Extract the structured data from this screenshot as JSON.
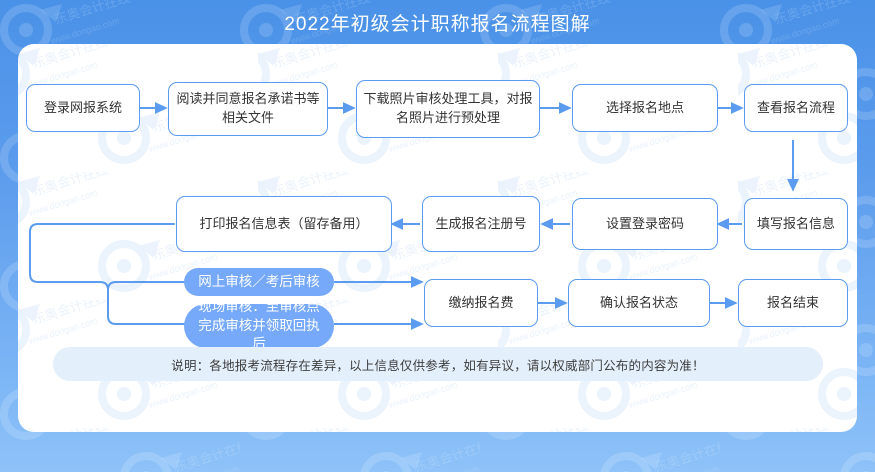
{
  "header": {
    "title": "2022年初级会计职称报名流程图解"
  },
  "watermark": {
    "brand": "东奥会计在线",
    "url": "www.dongao.com"
  },
  "flow": {
    "row1": [
      {
        "id": "login",
        "label": "登录网报系统"
      },
      {
        "id": "agree",
        "label": "阅读并同意报名承诺书等相关文件"
      },
      {
        "id": "photo",
        "label": "下载照片审核处理工具，对报名照片进行预处理"
      },
      {
        "id": "place",
        "label": "选择报名地点"
      },
      {
        "id": "process",
        "label": "查看报名流程"
      }
    ],
    "row2": [
      {
        "id": "print",
        "label": "打印报名信息表（留存备用）"
      },
      {
        "id": "regno",
        "label": "生成报名注册号"
      },
      {
        "id": "password",
        "label": "设置登录密码"
      },
      {
        "id": "fillinfo",
        "label": "填写报名信息"
      }
    ],
    "branches": [
      {
        "id": "online-audit",
        "label": "网上审核／考后审核"
      },
      {
        "id": "onsite-audit",
        "label": "现场审核：至审核点完成审核并领取回执后"
      }
    ],
    "row3": [
      {
        "id": "pay",
        "label": "缴纳报名费"
      },
      {
        "id": "confirm",
        "label": "确认报名状态"
      },
      {
        "id": "end",
        "label": "报名结束"
      }
    ]
  },
  "note": {
    "text": "说明：各地报考流程存在差异，以上信息仅供参考，如有异议，请以权威部门公布的内容为准！"
  },
  "colors": {
    "background_top": "#4a92e8",
    "background_bottom": "#8ec2f8",
    "node_border": "#5b9bf0",
    "pill_fill": "#76a9f9",
    "connector": "#5b9bf0",
    "note_bg": "#e4effc",
    "panel_bg": "#ffffff",
    "title_color": "#ffffff"
  }
}
